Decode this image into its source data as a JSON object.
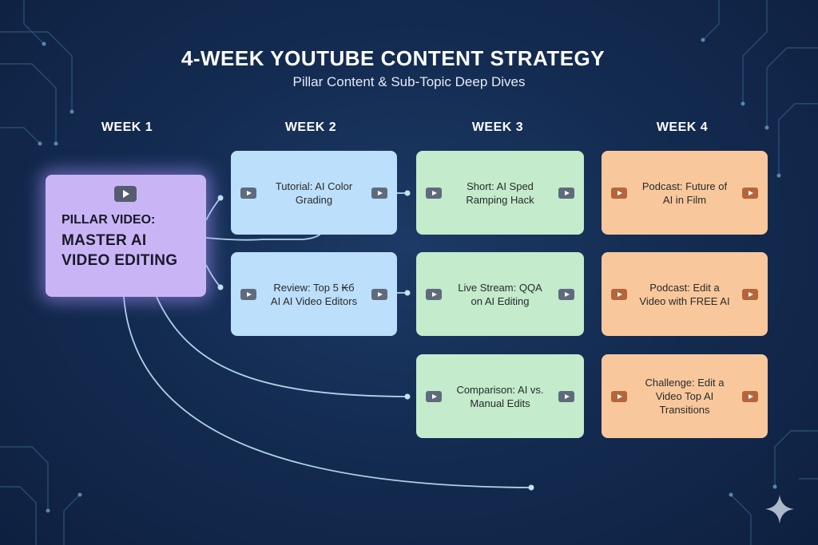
{
  "header": {
    "title": "4-WEEK YOUTUBE CONTENT STRATEGY",
    "subtitle": "Pillar Content & Sub-Topic Deep Dives"
  },
  "weeks": [
    {
      "label": "WEEK 1"
    },
    {
      "label": "WEEK 2"
    },
    {
      "label": "WEEK 3"
    },
    {
      "label": "WEEK 4"
    }
  ],
  "pillar": {
    "kicker": "PILLAR VIDEO:",
    "main": "MASTER AI\nVIDEO EDITING",
    "icon": "youtube-play-icon"
  },
  "week2": [
    {
      "text": "Tutorial: AI Color Grading"
    },
    {
      "text": "Review: Top 5 ₭б AI AI Video Editors"
    }
  ],
  "week3": [
    {
      "text": "Short: AI Sped Ramping Hack"
    },
    {
      "text": "Live Stream: QQA on AI Editing"
    },
    {
      "text": "Comparison: AI vs. Manual Edits"
    }
  ],
  "week4": [
    {
      "text": "Podcast: Future of AI in Film"
    },
    {
      "text": "Podcast: Edit a Video with FREE AI"
    },
    {
      "text": "Challenge: Edit a Video Top AI Transitions"
    }
  ],
  "colors": {
    "background": "#142c52",
    "pillar": "#c9b5f6",
    "week2": "#bcdffb",
    "week3": "#c3ebcc",
    "week4": "#f8c89c",
    "connector": "#bfe4f6"
  },
  "icons": {
    "card_icon": "youtube-play-icon",
    "corner": "sparkle-icon"
  }
}
